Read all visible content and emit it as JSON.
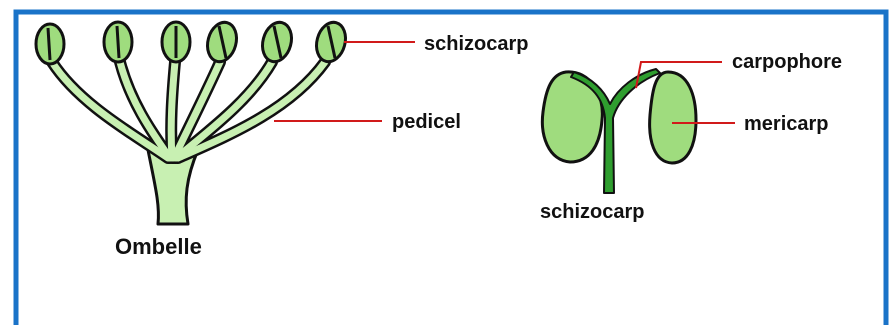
{
  "labels": {
    "schizocarp_top": "schizocarp",
    "pedicel": "pedicel",
    "ombelle": "Ombelle",
    "carpophore": "carpophore",
    "mericarp": "mericarp",
    "schizocarp_bottom": "schizocarp"
  },
  "colors": {
    "border": "#1a73c8",
    "leader_line": "#d11a1a",
    "fruit_fill": "#9fdc7e",
    "fruit_outline": "#111111",
    "pedicel_fill": "#c8f0b2",
    "carpophore_fill": "#2f9e2f"
  }
}
